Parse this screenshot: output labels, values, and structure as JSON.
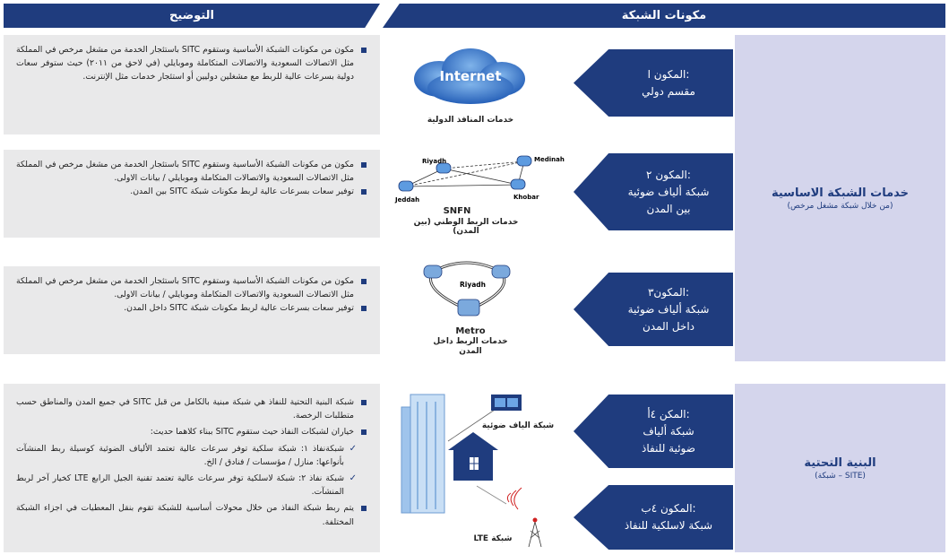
{
  "header": {
    "left_title": "التوضيح",
    "right_title": "مكونات الشبكة"
  },
  "categories": [
    {
      "title": "خدمات الشبكة الاساسية",
      "subtitle": "(من خلال شبكة مشغل مرخص)"
    },
    {
      "title": "البنية التحتية",
      "subtitle": "(شبكة – SITE)"
    }
  ],
  "components": [
    {
      "line1": "المكون ا:",
      "line2": "مقسم دولي",
      "line3": ""
    },
    {
      "line1": "المكون ٢:",
      "line2": "شبكة ألياف ضوئية",
      "line3": "بين المدن"
    },
    {
      "line1": "المكون٣:",
      "line2": "شبكة ألياف ضوئية",
      "line3": "داخل المدن"
    },
    {
      "line1": "المكن ٤أ:",
      "line2": "شبكة ألياف",
      "line3": "ضوئية للنفاذ"
    },
    {
      "line1": "المكون ٤ب:",
      "line2": "شبكة لاسلكية للنفاذ",
      "line3": ""
    }
  ],
  "illustrations": {
    "internet": {
      "cloud_label": "Internet",
      "caption": "خدمات المنافذ الدولية"
    },
    "snfn": {
      "cities": [
        "Riyadh",
        "Medinah",
        "Jeddah",
        "Khobar"
      ],
      "name": "SNFN",
      "caption": "خدمات الربط الوطني (بين المدن)"
    },
    "metro": {
      "city": "Riyadh",
      "name": "Metro",
      "caption_line1": "خدمات الربط داخل",
      "caption_line2": "المدن"
    },
    "fiber_access": {
      "caption": "شبكة الياف ضوئية"
    },
    "lte": {
      "caption": "شبكة LTE"
    }
  },
  "descriptions": [
    {
      "items": [
        {
          "type": "square",
          "text": "مكون من مكونات الشبكة الأساسية وستقوم SITC باستئجار الخدمة من مشغل مرخص في المملكة مثل الاتصالات السعودية والاتصالات المتكاملة وموبايلي (في لاحق من ٢٠١١) حيث ستوفر سعات دولية بسرعات عالية للربط مع مشغلين دوليين أو استئجار خدمات مثل الإنترنت."
        }
      ]
    },
    {
      "items": [
        {
          "type": "square",
          "text": "مكون من مكونات الشبكة الأساسية وستقوم SITC باستئجار الخدمة من مشغل مرخص في المملكة مثل الاتصالات السعودية والاتصالات المتكاملة وموبايلي / بيانات الاولى."
        },
        {
          "type": "square",
          "text": "توفير سعات بسرعات عالية لربط مكونات شبكة SITC بين المدن."
        }
      ]
    },
    {
      "items": [
        {
          "type": "square",
          "text": "مكون من مكونات الشبكة الأساسية وستقوم SITC باستئجار الخدمة من مشغل مرخص في المملكة مثل الاتصالات السعودية والاتصالات المتكاملة وموبايلي / بيانات الاولى."
        },
        {
          "type": "square",
          "text": "توفير سعات بسرعات عالية لربط مكونات شبكة SITC داخل المدن."
        }
      ]
    },
    {
      "items": [
        {
          "type": "square",
          "text": "شبكة البنية التحتية للنفاذ هي شبكة مبنية بالكامل من قبل SITC في جميع المدن والمناطق حسب متطلبات الرخصة."
        },
        {
          "type": "square",
          "text": "خياران لشبكات النفاذ حيث ستقوم SITC ببناء كلاهما حديث:"
        },
        {
          "type": "check",
          "text": "شبكةنفاذ ١: شبكة سلكية توفر سرعات عالية تعتمد الألياف الضوئية كوسيلة ربط المنشآت بأنواعها: منازل / مؤسسات / فنادق / الخ."
        },
        {
          "type": "check",
          "text": "شبكة نفاذ ٢: شبكة لاسلكية توفر سرعات عالية تعتمد تقنية الجيل الرابع LTE كخيار آخر لربط المنشآت."
        },
        {
          "type": "square",
          "text": "يتم ربط شبكة النفاذ من خلال محولات أساسية للشبكة تقوم بنقل المعطيات في اجزاء الشبكة المختلفة."
        }
      ]
    }
  ]
}
